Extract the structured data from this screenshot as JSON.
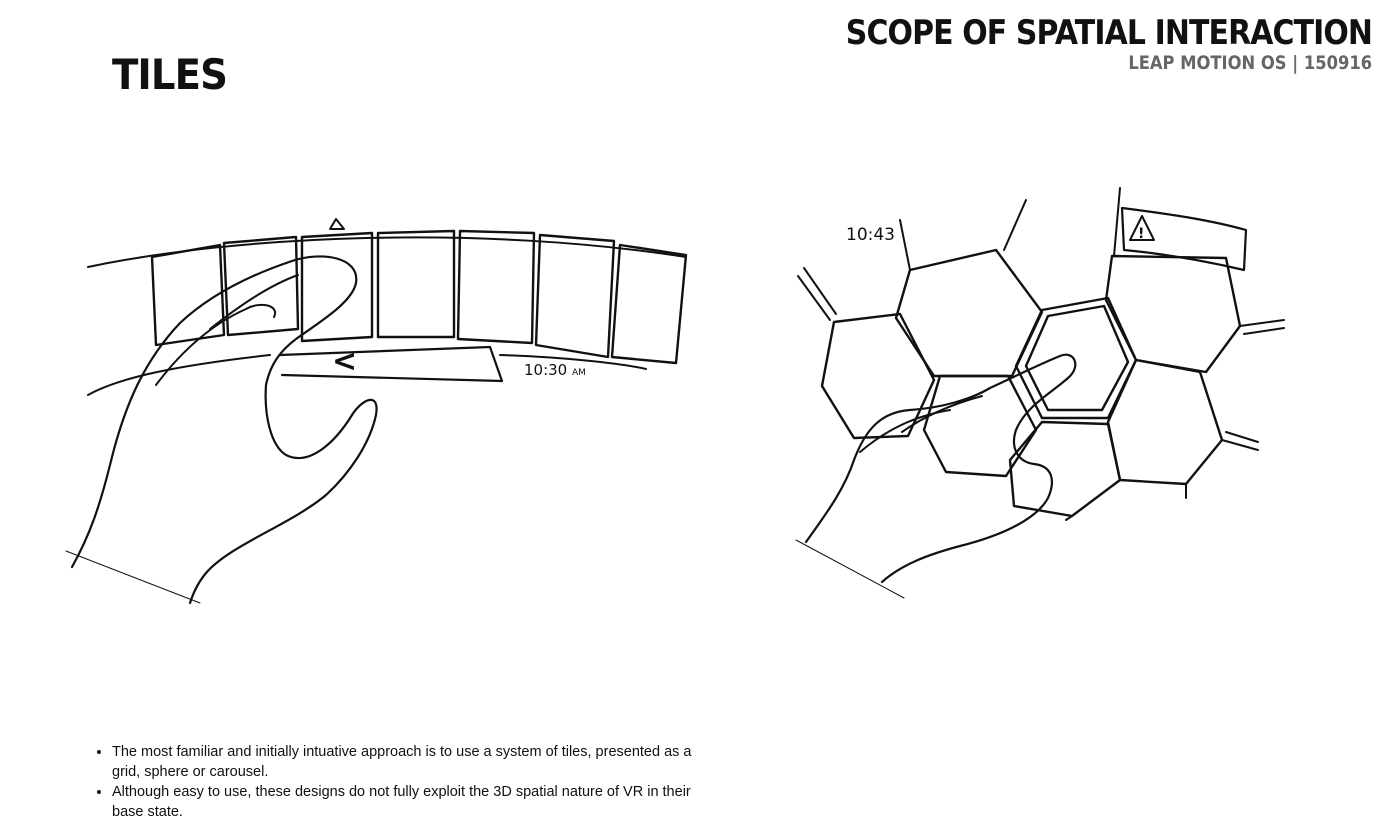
{
  "page": {
    "title": "TILES"
  },
  "header": {
    "deck_title": "SCOPE OF SPATIAL INTERACTION",
    "deck_subtitle": "LEAP MOTION OS | 150916"
  },
  "sketch_left": {
    "time_label": "10:30",
    "time_suffix": "AM",
    "back_glyph": "<"
  },
  "sketch_right": {
    "time_label": "10:43",
    "alert_glyph": "!"
  },
  "notes": [
    "The most familiar and initially intuative approach is to use a system of tiles, presented as a grid, sphere or carousel.",
    "Although easy to use, these designs do not fully exploit the 3D spatial nature of VR in their base state."
  ]
}
